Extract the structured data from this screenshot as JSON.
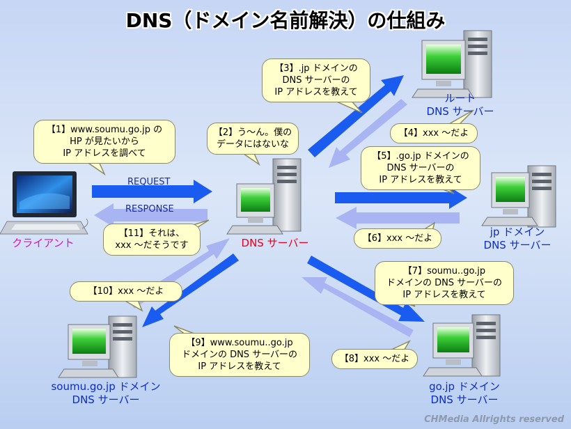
{
  "title": "DNS（ドメイン名前解決）の仕組み",
  "nodes": {
    "client": {
      "label": "クライアント"
    },
    "dns_server": {
      "label": "DNS サーバー"
    },
    "root": {
      "lines": [
        "ルート",
        "DNS サーバー"
      ]
    },
    "jp": {
      "lines": [
        "jp ドメイン",
        "DNS サーバー"
      ]
    },
    "gojp": {
      "lines": [
        "go.jp ドメイン",
        "DNS サーバー"
      ]
    },
    "soumu": {
      "lines": [
        "soumu.go.jp ドメイン",
        "DNS サーバー"
      ]
    }
  },
  "flows": {
    "request": "REQUEST",
    "response": "RESPONSE"
  },
  "bubbles": {
    "b1": [
      "【1】www.soumu.go.jp の",
      "HP が見たいから",
      "IP アドレスを調べて"
    ],
    "b2": [
      "【2】う〜ん。僕の",
      "データにはないな"
    ],
    "b3": [
      "【3】.jp ドメインの",
      "DNS サーバーの",
      "IP アドレスを教えて"
    ],
    "b4": [
      "【4】xxx 〜だよ"
    ],
    "b5": [
      "【5】.go.jp ドメインの",
      "DNS サーバーの",
      "IP アドレスを教えて"
    ],
    "b6": [
      "【6】xxx 〜だよ"
    ],
    "b7": [
      "【7】soumu..go.jp",
      "ドメインの DNS サーバーの",
      "IP アドレスを教えて"
    ],
    "b8": [
      "【8】xxx 〜だよ"
    ],
    "b9": [
      "【9】www.soumu..go.jp",
      "ドメインの DNS サーバーの",
      "IP アドレスを教えて"
    ],
    "b10": [
      "【10】xxx 〜だよ"
    ],
    "b11": [
      "【11】それは、",
      "xxx 〜だそうです"
    ]
  },
  "copyright": "CHMedia Allrights reserved",
  "colors": {
    "request_arrow": "#1a5cf0",
    "response_arrow": "#a9b4f2",
    "bubble_fill": "#ffffcc",
    "server_label": "#0b2cc8",
    "dns_label": "#e8001c",
    "client_label": "#e010c0"
  }
}
